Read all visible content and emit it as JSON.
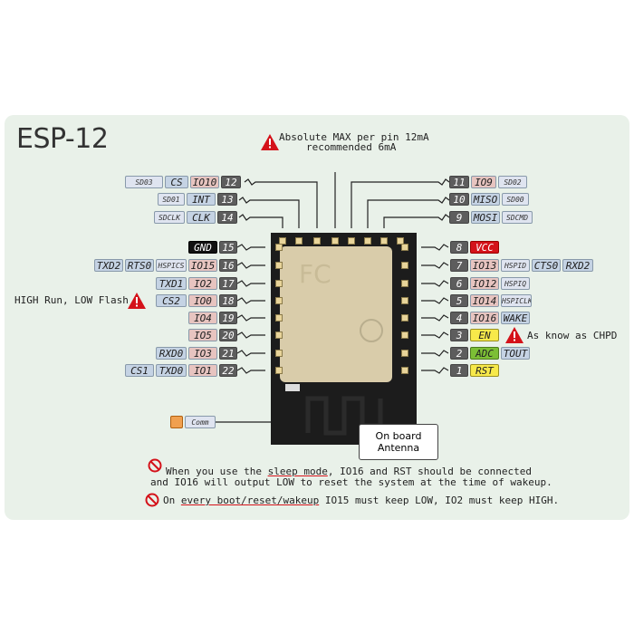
{
  "title": "ESP-12",
  "notes": {
    "max_line1": "Absolute MAX per pin 12mA",
    "max_line2": "recommended 6mA",
    "io0_note": "HIGH Run, LOW Flash",
    "en_note": "As know as CHPD",
    "antenna_line1": "On board",
    "antenna_line2": "Antenna",
    "comm_label": "Comm"
  },
  "top_left_pins": [
    {
      "sd": "SD03",
      "name": "CS",
      "gpio": "IO10",
      "num": "12"
    },
    {
      "sd": "SD01",
      "name": "INT",
      "gpio": "",
      "num": "13"
    },
    {
      "sd": "SDCLK",
      "name": "CLK",
      "gpio": "",
      "num": "14"
    }
  ],
  "top_right_pins": [
    {
      "num": "11",
      "gpio": "IO9",
      "sd": "SD02"
    },
    {
      "num": "10",
      "gpio": "MISO",
      "sd": "SD00"
    },
    {
      "num": "9",
      "gpio": "MOSI",
      "sd": "SDCMD"
    }
  ],
  "left_pins": [
    {
      "extra": [],
      "name": "GND",
      "num": "15"
    },
    {
      "extra": [
        "TXD2",
        "RTS0",
        "HSPICS"
      ],
      "name": "IO15",
      "num": "16"
    },
    {
      "extra": [],
      "name": "TXD1",
      "gpio": "IO2",
      "num": "17"
    },
    {
      "extra": [
        "CS2"
      ],
      "name": "IO0",
      "num": "18"
    },
    {
      "extra": [],
      "name": "IO4",
      "num": "19"
    },
    {
      "extra": [],
      "name": "IO5",
      "num": "20"
    },
    {
      "extra": [
        "RXD0"
      ],
      "name": "IO3",
      "num": "21"
    },
    {
      "extra": [
        "CS1",
        "TXD0"
      ],
      "name": "IO1",
      "num": "22"
    }
  ],
  "right_pins": [
    {
      "num": "8",
      "name": "VCC",
      "extra": []
    },
    {
      "num": "7",
      "name": "IO13",
      "extra": [
        "HSPID",
        "CTS0",
        "RXD2"
      ]
    },
    {
      "num": "6",
      "name": "IO12",
      "extra": [
        "HSPIQ"
      ]
    },
    {
      "num": "5",
      "name": "IO14",
      "extra": [
        "HSPICLK"
      ]
    },
    {
      "num": "4",
      "name": "IO16",
      "extra": [
        "WAKE"
      ]
    },
    {
      "num": "3",
      "name": "EN",
      "extra": []
    },
    {
      "num": "2",
      "name": "ADC",
      "extra": [
        "TOUT"
      ]
    },
    {
      "num": "1",
      "name": "RST",
      "extra": []
    }
  ],
  "bottom": {
    "line1a": "When you use the ",
    "line1b": "sleep mode",
    "line1c": ", IO16 and RST should be connected",
    "line2": "and IO16 will output LOW to reset the system at the time of wakeup.",
    "line3a": "On ",
    "line3b": "every boot/reset/wakeup",
    "line3c": " IO15 must keep LOW, IO2 must keep HIGH."
  },
  "colors": {
    "accent_red": "#d4121a",
    "panel": "#e9f1e9"
  }
}
